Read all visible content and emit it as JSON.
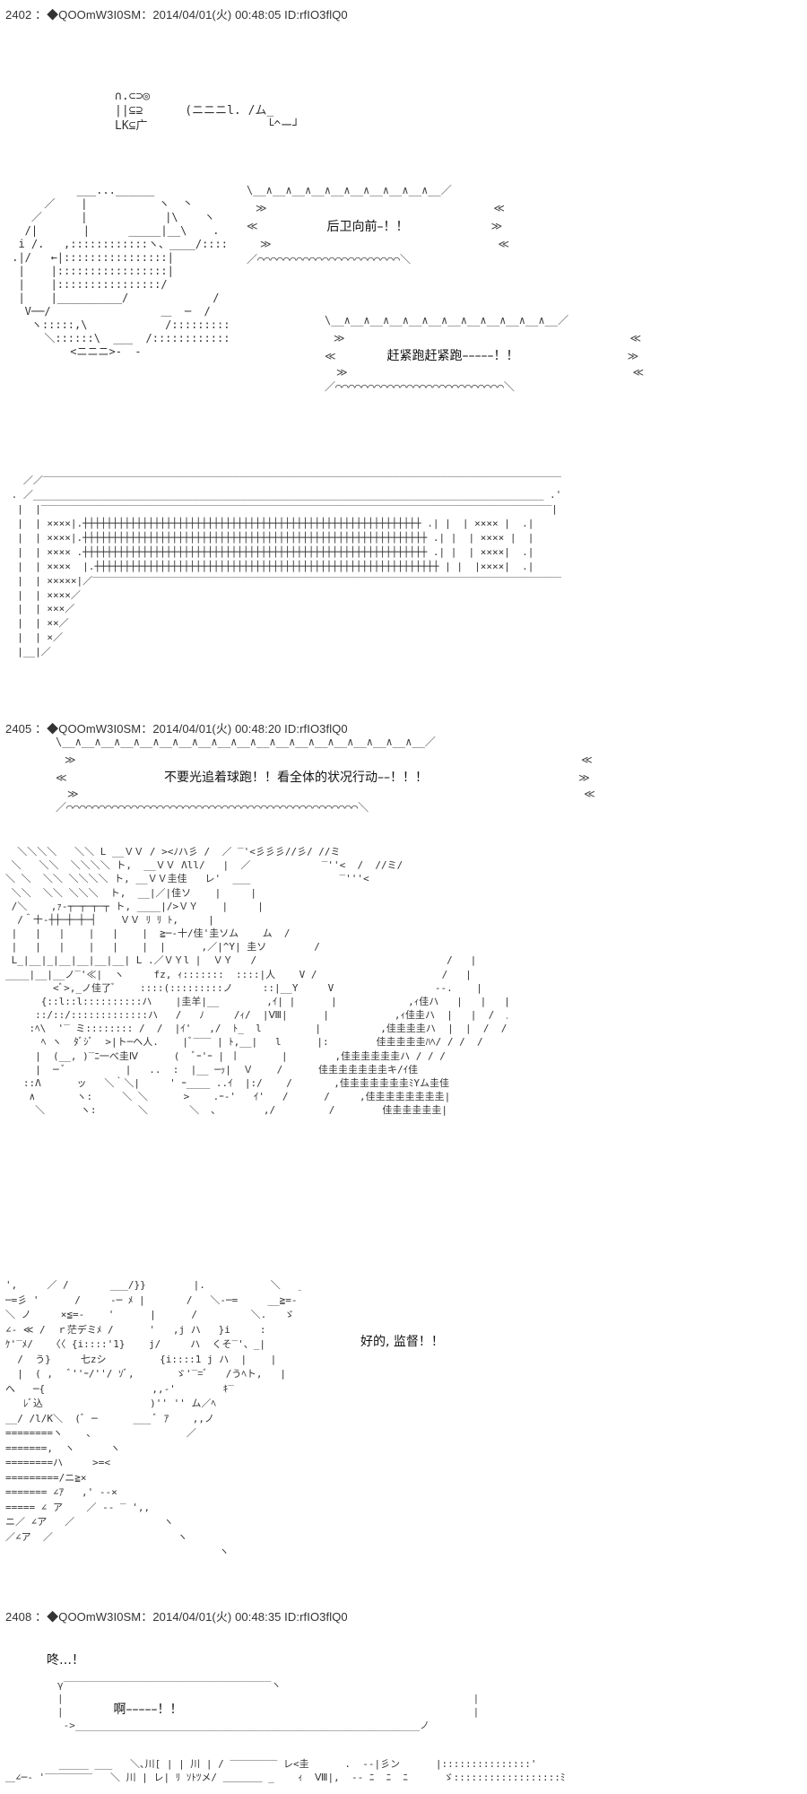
{
  "posts": [
    {
      "header": "2402 ：◆QOOmW3I0SM：2014/04/01(火) 00:48:05 ID:rfIO3flQ0",
      "speech": [
        "后卫向前–！！",
        "赶紧跑赶紧跑–––––！！"
      ]
    },
    {
      "header": "2405 ：◆QOOmW3I0SM：2014/04/01(火) 00:48:20 ID:rfIO3flQ0",
      "speech": [
        "不要光追着球跑！！看全体的状况行动––！！！"
      ]
    },
    {
      "speech": [
        "好的, 监督！！"
      ]
    },
    {
      "header": "2408 ：◆QOOmW3I0SM：2014/04/01(火) 00:48:35 ID:rfIO3flQ0",
      "speech": [
        "咚…！",
        "啊–––––！！"
      ]
    }
  ],
  "ascii": {
    "scribble_top": "∩.⊂⊃◎\n||⊆⊇      (ニニニl. /ム_\nLK⊆广                 └^ー┘",
    "soccer_ball": "           ___...______\n      ／    |           ヽ  丶\n    ／      |            |\\    ヽ\n   /|       |      _____|__\\    .\n  i /.   ,::::::::::::ヽ、____/::::::::::i\n .|/   ←|::::::::::::::::|          |:::::::::|i\n  |    |:::::::::::::::::|          |    ~^\n  |    |::::::::::::::::/           |     |\n  |    |__________/             /     |\n   V──/                 ＿  ─  /\n    ヽ:::::,\\            /:::::::::::::::/\n      ＼::::::\\  ___  /::::::::::::::/\n          <ニニニ>-  ‐",
    "bubble_a_top": "\\__∧__∧__∧__∧__∧__∧__∧__∧__∧__／",
    "bubble_a_mid1": "≫                                   ≪",
    "bubble_a_mid2": "≪                                    ≫",
    "bubble_a_mid3": "≫                                   ≪",
    "bubble_a_bot": "／⌒⌒⌒⌒⌒⌒⌒⌒⌒⌒⌒⌒⌒⌒⌒⌒⌒⌒⌒⌒⌒⌒＼",
    "bubble_b_top": "\\__∧__∧__∧__∧__∧__∧__∧__∧__∧__∧__∧__／",
    "bubble_b_mid1": "≫                                            ≪",
    "bubble_b_mid2": "≪                                             ≫",
    "bubble_b_mid3": "≫                                            ≪",
    "bubble_b_bot": "／⌒⌒⌒⌒⌒⌒⌒⌒⌒⌒⌒⌒⌒⌒⌒⌒⌒⌒⌒⌒⌒⌒⌒⌒⌒⌒＼",
    "goal": "   ／／‾‾‾‾‾‾‾‾‾‾‾‾‾‾‾‾‾‾‾‾‾‾‾‾‾‾‾‾‾‾‾‾‾‾‾‾‾‾‾‾‾‾‾‾‾‾‾‾‾‾‾‾‾‾‾‾‾‾‾‾‾‾‾‾‾‾‾‾‾‾‾‾‾‾‾‾‾‾‾‾‾‾‾‾‾‾‾‾‾‾‾‾‾＼ ／ ／╲ ╲\n . ／______________________________________________________________________________________ .'  × |  |\n  |  |‾‾‾‾‾‾‾‾‾‾‾‾‾‾‾‾‾‾‾‾‾‾‾‾‾‾‾‾‾‾‾‾‾‾‾‾‾‾‾‾‾‾‾‾‾‾‾‾‾‾‾‾‾‾‾‾‾‾‾‾‾‾‾‾‾‾‾‾‾‾‾‾‾‾‾‾‾‾‾‾‾‾‾‾‾‾| |  |××××|   .|\n  |  | ××××|.┼┼┼┼┼┼┼┼┼┼┼┼┼┼┼┼┼┼┼┼┼┼┼┼┼┼┼┼┼┼┼┼┼┼┼┼┼┼┼┼┼┼┼┼┼┼┼┼┼┼┼┼┼┼┼┼┼ .| |  | ×××× |  .|\n  |  | ××××|.┼┼┼┼┼┼┼┼┼┼┼┼┼┼┼┼┼┼┼┼┼┼┼┼┼┼┼┼┼┼┼┼┼┼┼┼┼┼┼┼┼┼┼┼┼┼┼┼┼┼┼┼┼┼┼┼┼┼ .| |  | ×××× |  |\n  |  | ×××× .┼┼┼┼┼┼┼┼┼┼┼┼┼┼┼┼┼┼┼┼┼┼┼┼┼┼┼┼┼┼┼┼┼┼┼┼┼┼┼┼┼┼┼┼┼┼┼┼┼┼┼┼┼┼┼┼┼┼ .| |  | ××××|  .|\n  |  | ××××  |.┼┼┼┼┼┼┼┼┼┼┼┼┼┼┼┼┼┼┼┼┼┼┼┼┼┼┼┼┼┼┼┼┼┼┼┼┼┼┼┼┼┼┼┼┼┼┼┼┼┼┼┼┼┼┼┼┼┼ | |  |××××|  .|\n  |  | ×××××|／‾‾‾‾‾‾‾‾‾‾‾‾‾‾‾‾‾‾‾‾‾‾‾‾‾‾‾‾‾‾‾‾‾‾‾‾‾‾‾‾‾‾‾‾‾‾‾‾‾‾‾‾‾‾‾‾‾‾‾‾‾‾‾‾‾‾‾‾‾‾‾‾‾‾‾‾‾‾‾‾‾‾‾| |  |×××  .／\n  |  | ××××／                                                                                   | |  |×××  ／\n  |  | ×××／                                                                                    | |  |×× ／\n  |  | ××／                                                                                     | |  |× ／\n  |  | ×／                                                                                      | |  |／\n  |__|／                                                                                        |_|_／",
    "bubble_c_top": "\\__∧__∧__∧__∧__∧__∧__∧__∧__∧__∧__∧__∧__∧__∧__∧__∧__∧__∧__／",
    "bubble_c_mid1": "≫                                                                              ≪",
    "bubble_c_mid2": "≪                                                                               ≫",
    "bubble_c_mid3": "≫                                                                              ≪",
    "bubble_c_bot": "／⌒⌒⌒⌒⌒⌒⌒⌒⌒⌒⌒⌒⌒⌒⌒⌒⌒⌒⌒⌒⌒⌒⌒⌒⌒⌒⌒⌒⌒⌒⌒⌒⌒⌒⌒⌒⌒⌒⌒⌒⌒⌒⌒⌒⌒＼",
    "stadium": "  ＼＼＼＼   ＼＼ L __ＶＶ / ><ﾉハ彡 /  ／ ‾'<彡彡彡//彡/ //ミ\n ＼   ＼＼  ＼＼＼＼ ト,  __ＶＶ Λll/   |  ／            ‾''<  /  //ミ/\n＼ ＼  ＼＼ ＼＼＼＼ ト, __ＶＶ圭佳   レ'  ___               ‾'''<\n ＼＼  ＼＼ ＼＼＼  ト,  __|／|佳ソ    |     |\n /＼    ,ｧ‐┬─┬─┬─┬ ト, ____|/>ＶＹ    |     |\n  /＾十‐┼┼─┼─┼─┤    ＶＶ ﾘ ﾘ ﾄ,     |\n |   |   |    |   |    |  ≧─‐十/佳'圭ソム    ム  /                                        /\n |   |   |    |   |    |  |      ,／|^Y| 圭ソ        /                                ／|    |\n L_|__|_|__|__|__|__| L .／ＶＹl |  ＶＹ   /                                /   |     |\n____|__|__ノ‾'≪|  ヽ     fz, ｨ:::::::  ::::|人    V /                     /   |      |\n        <ﾞ>,_ノ佳了ﾞ    ::::(:::::::::ノ     ::|__Y     V                 --.    |     |\n      {::l::l::::::::::ハ    |圭羊|__        ,ｲ| |      |            ,ｨ佳ハ   |   |   |\n     ::/::/:::::::::::::ハ   /   ﾉ     /ｨ/  |Ⅷ|      |           ,ｨ佳圭ハ  |   |  /  /\n    :ﾍ\\  '‾ ミ:::::::: /  /  |ｲ'   ,/  ﾄ_  l         |          ,佳圭圭圭ハ  |  |  /  /\n      ﾍ ヽ  ﾀﾞｼﾞ  >|ト─ヘ人.    |ﾞ‾‾‾ | ﾄ,__|   l      |:        佳圭圭圭圭ﾊﾍ/ / /  /\n     |  (__, )‾ﾆ一べ圭Ⅳ      (  ﾞｰ'ｰ | 丨       |        ,佳圭圭圭圭圭ハ / / /\n     |  ─ ﾞ          |   ..  :  |__ ─ｯ|  Ｖ    /      佳圭圭圭圭圭圭キ/ｲ佳\n   ::Λ      ッ   ＼｀＼|     ' ｰ____ ..ｲ  |:/    /       ,佳圭圭圭圭圭圭ﾐYム圭佳\n    ∧       ヽ:     ＼ ＼      >    .ｰ‐'   ｲ'   /      /     ,佳圭圭圭圭圭圭圭|\n     ＼      ヽ:       ＼       ＼  ､        ,/         /        佳圭圭圭圭圭|",
    "player": "',     ／ /       ___/}}        |.           ＼   __  >\n─=彡 '      /     ‐─ ﾒ |       /   ＼‐─=     __≧=-\n＼ ノ     ×≦=-    '      |      /         ＼.   ゞ   ヽ\n∠‐ ≪ /  ｒ茫デミﾒ /      '   ,j ハ   }i     :\nｹ'‾ﾒ/   〈〈 {i::::'1}    j/     ハ  くそ‾'、_|\n  /  う}     七zシ         {i::::1 j ハ  |    |\n  |  ( ,   ﾞ''ｰ/''/ ｿﾞ,       ゞ'‾=ﾞ   /うﾍト,   |\nへ   ─{                  ,,‐'        ｷ‾ \n   ﾚﾞ込                  )'' '' ム／ﾍ\n__/ /l/K＼  (ﾞ ─      ___ ﾞ ｱ    ,,ノ\n========ヽ    ､                ／\n=======,  ヽ      ヽ\n========ハ     >=<\n=========/ニ≧×\n======= ∠ｱ   ,' ‐‐×\n===== ∠ ア    ／ ‐‐ ‾ ',,\nニ／ ∠ア   ／               ヽ\n／∠ア  ／                     ヽ\n                                    ヽ",
    "bubble_d": "γ‾‾‾‾‾‾‾‾‾‾‾‾‾‾‾‾‾‾‾‾‾‾‾‾‾‾‾‾‾‾‾‾‾‾‾ヽ\n|                                                                     |\n|                                                                     |\n ‐>__________________________________________________________ノ",
    "bottom_crowd": "         _____ ___   ＼､川[ | | 川 | / ‾‾‾‾‾‾‾‾ レ<圭      .  -‐|彡ン      |:::::::::::::::'\n＿∠─‐ '‾‾‾‾‾‾‾‾   ＼ 川 | レ| ﾘ ｿﾄﾂメ/ ＿＿＿＿ _    ｨ  Ⅷ|,  ‐‐ ﾆ  ﾆ  ﾆ      ゞ::::::::::::::::::ﾐ"
  }
}
